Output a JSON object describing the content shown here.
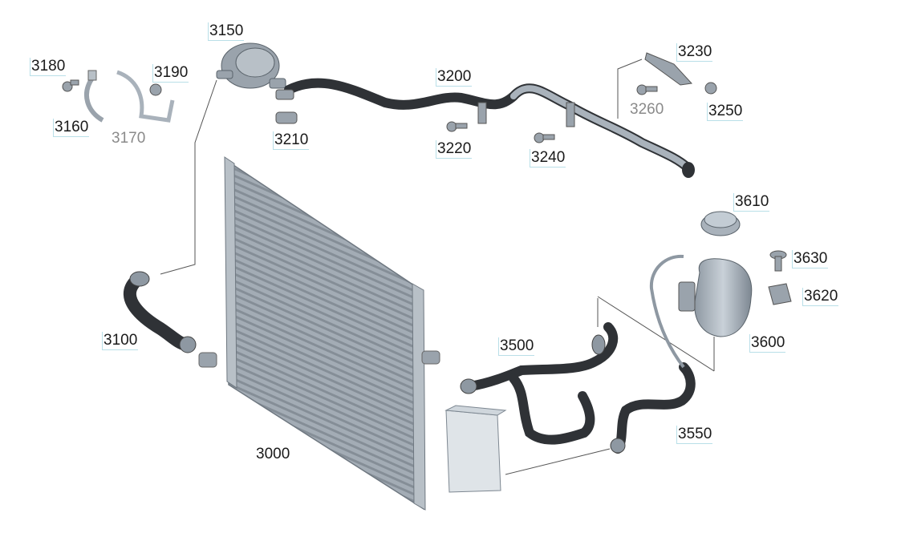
{
  "diagram": {
    "part_labels": {
      "p3000": "3000",
      "p3100": "3100",
      "p3150": "3150",
      "p3160": "3160",
      "p3170": "3170",
      "p3180": "3180",
      "p3190": "3190",
      "p3200": "3200",
      "p3210": "3210",
      "p3220": "3220",
      "p3230": "3230",
      "p3240": "3240",
      "p3250": "3250",
      "p3260": "3260",
      "p3500": "3500",
      "p3550": "3550",
      "p3600": "3600",
      "p3610": "3610",
      "p3620": "3620",
      "p3630": "3630"
    },
    "colors": {
      "hose": "#2f3236",
      "metal": "#a9b2bb",
      "radiator": "#9aa3ac",
      "plastic": "#c3ccd4",
      "leader": "#555555",
      "label_box": "#b9dfe8"
    }
  }
}
